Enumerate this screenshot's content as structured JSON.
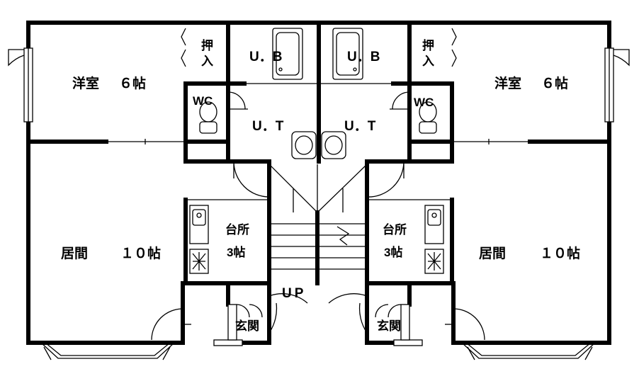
{
  "rooms": {
    "western_left": {
      "name": "洋室",
      "size": "６帖"
    },
    "western_right": {
      "name": "洋室",
      "size": "６帖"
    },
    "closet_left": {
      "line1": "押",
      "line2": "入"
    },
    "closet_right": {
      "line1": "押",
      "line2": "入"
    },
    "bath_left": "U．B",
    "bath_right": "U．B",
    "utility_left": "U．T",
    "utility_right": "U．T",
    "wc_left": "WC",
    "wc_right": "WC",
    "kitchen_left": {
      "name": "台所",
      "size": "3帖"
    },
    "kitchen_right": {
      "name": "台所",
      "size": "3帖"
    },
    "living_left": {
      "name": "居間",
      "size": "１０帖"
    },
    "living_right": {
      "name": "居間",
      "size": "１０帖"
    },
    "entrance_left": "玄関",
    "entrance_right": "玄関"
  },
  "stairs": {
    "label": "UP"
  }
}
